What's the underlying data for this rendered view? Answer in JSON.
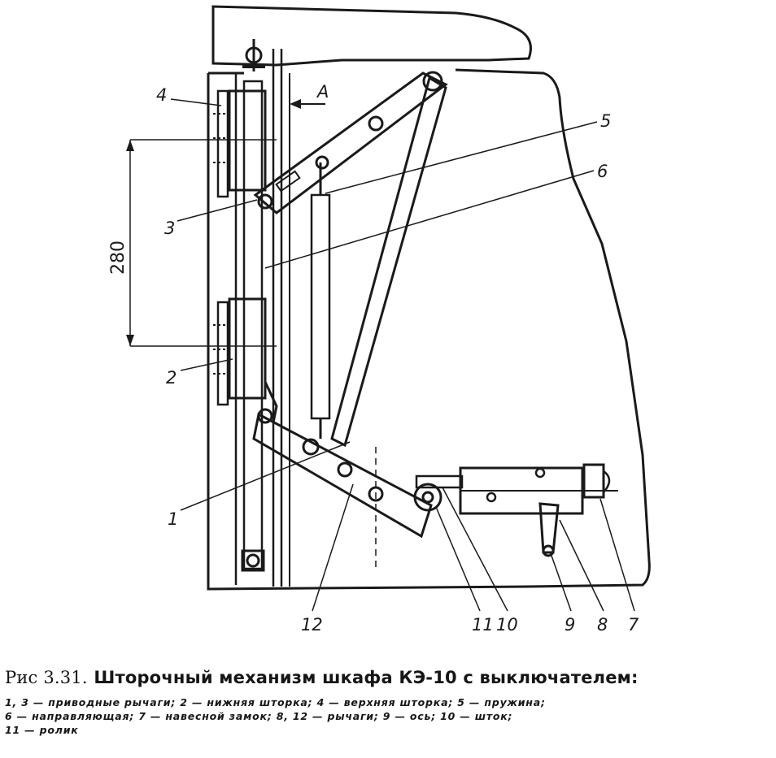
{
  "figure": {
    "callouts": [
      "4",
      "3",
      "2",
      "1",
      "12",
      "11",
      "10",
      "9",
      "8",
      "7",
      "5",
      "6"
    ],
    "arrow_label": "A",
    "dimension": "280"
  },
  "caption": {
    "prefix": "Рис 3.31.",
    "title": "Шторочный механизм шкафа КЭ-10 с выключателем:",
    "legend": [
      "1, 3 — приводные рычаги; 2 — нижняя шторка; 4 — верхняя шторка; 5 — пружина;",
      "6 — направляющая; 7 — навесной замок;  8, 12 — рычаги;  9 — ось; 10 — шток;",
      "11 — ролик"
    ]
  }
}
